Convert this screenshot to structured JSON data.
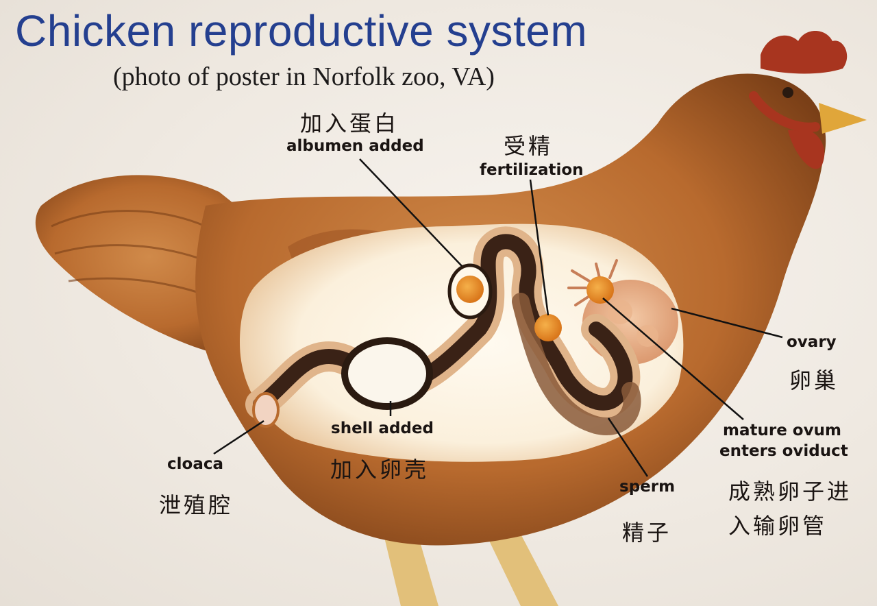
{
  "title": "Chicken reproductive system",
  "subtitle": "(photo of poster in Norfolk zoo, VA)",
  "labels": {
    "albumen": {
      "zh": "加入蛋白",
      "en": "albumen added"
    },
    "fertilization": {
      "zh": "受精",
      "en": "fertilization"
    },
    "ovary": {
      "en": "ovary",
      "zh": "卵巢"
    },
    "mature_ovum": {
      "en_line1": "mature ovum",
      "en_line2": "enters oviduct",
      "zh_line1": "成熟卵子进",
      "zh_line2": "入输卵管"
    },
    "sperm": {
      "en": "sperm",
      "zh": "精子"
    },
    "shell": {
      "en": "shell added",
      "zh": "加入卵壳"
    },
    "cloaca": {
      "en": "cloaca",
      "zh": "泄殖腔"
    }
  },
  "colors": {
    "title": "#243f8f",
    "feather": "#b86a2e",
    "feather_dark": "#7a3f17",
    "comb": "#a8351f",
    "beak": "#e0a63a",
    "yolk": "#e38a1c",
    "duct": "#3a2216",
    "cavity": "#fbf4e6"
  }
}
